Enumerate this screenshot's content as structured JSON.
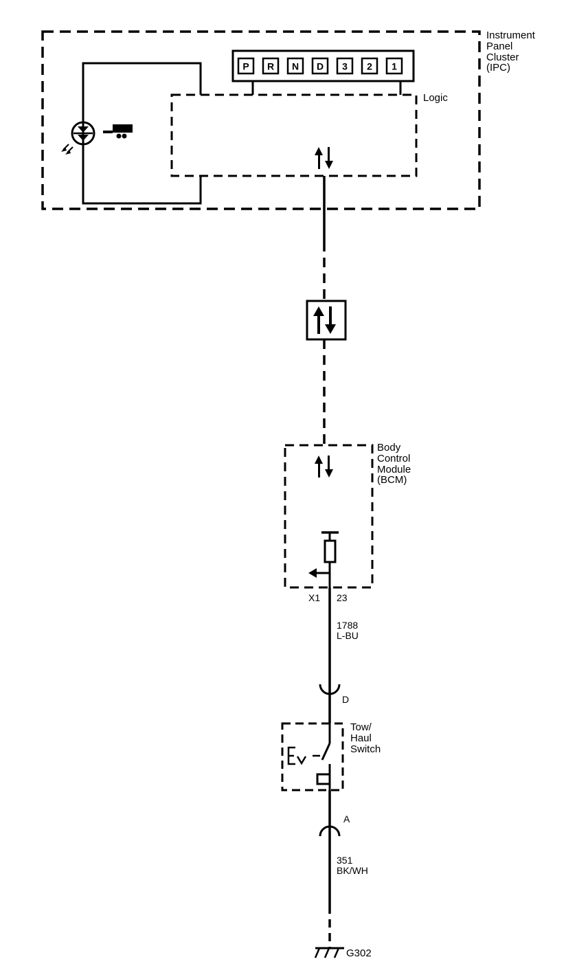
{
  "ipc": {
    "label_lines": [
      "Instrument",
      "Panel",
      "Cluster",
      "(IPC)"
    ],
    "logic_label": "Logic",
    "prndl": [
      "P",
      "R",
      "N",
      "D",
      "3",
      "2",
      "1"
    ],
    "tow_haul_indicator_icon": "trailer-icon"
  },
  "bcm": {
    "label_lines": [
      "Body",
      "Control",
      "Module",
      "(BCM)"
    ],
    "connector": "X1",
    "pin": "23"
  },
  "wire_1788": {
    "circuit": "1788",
    "color": "L-BU"
  },
  "switch": {
    "label_lines": [
      "Tow/",
      "Haul",
      "Switch"
    ],
    "pin_top": "D",
    "pin_bottom": "A"
  },
  "wire_351": {
    "circuit": "351",
    "color": "BK/WH"
  },
  "ground": {
    "label": "G302"
  }
}
